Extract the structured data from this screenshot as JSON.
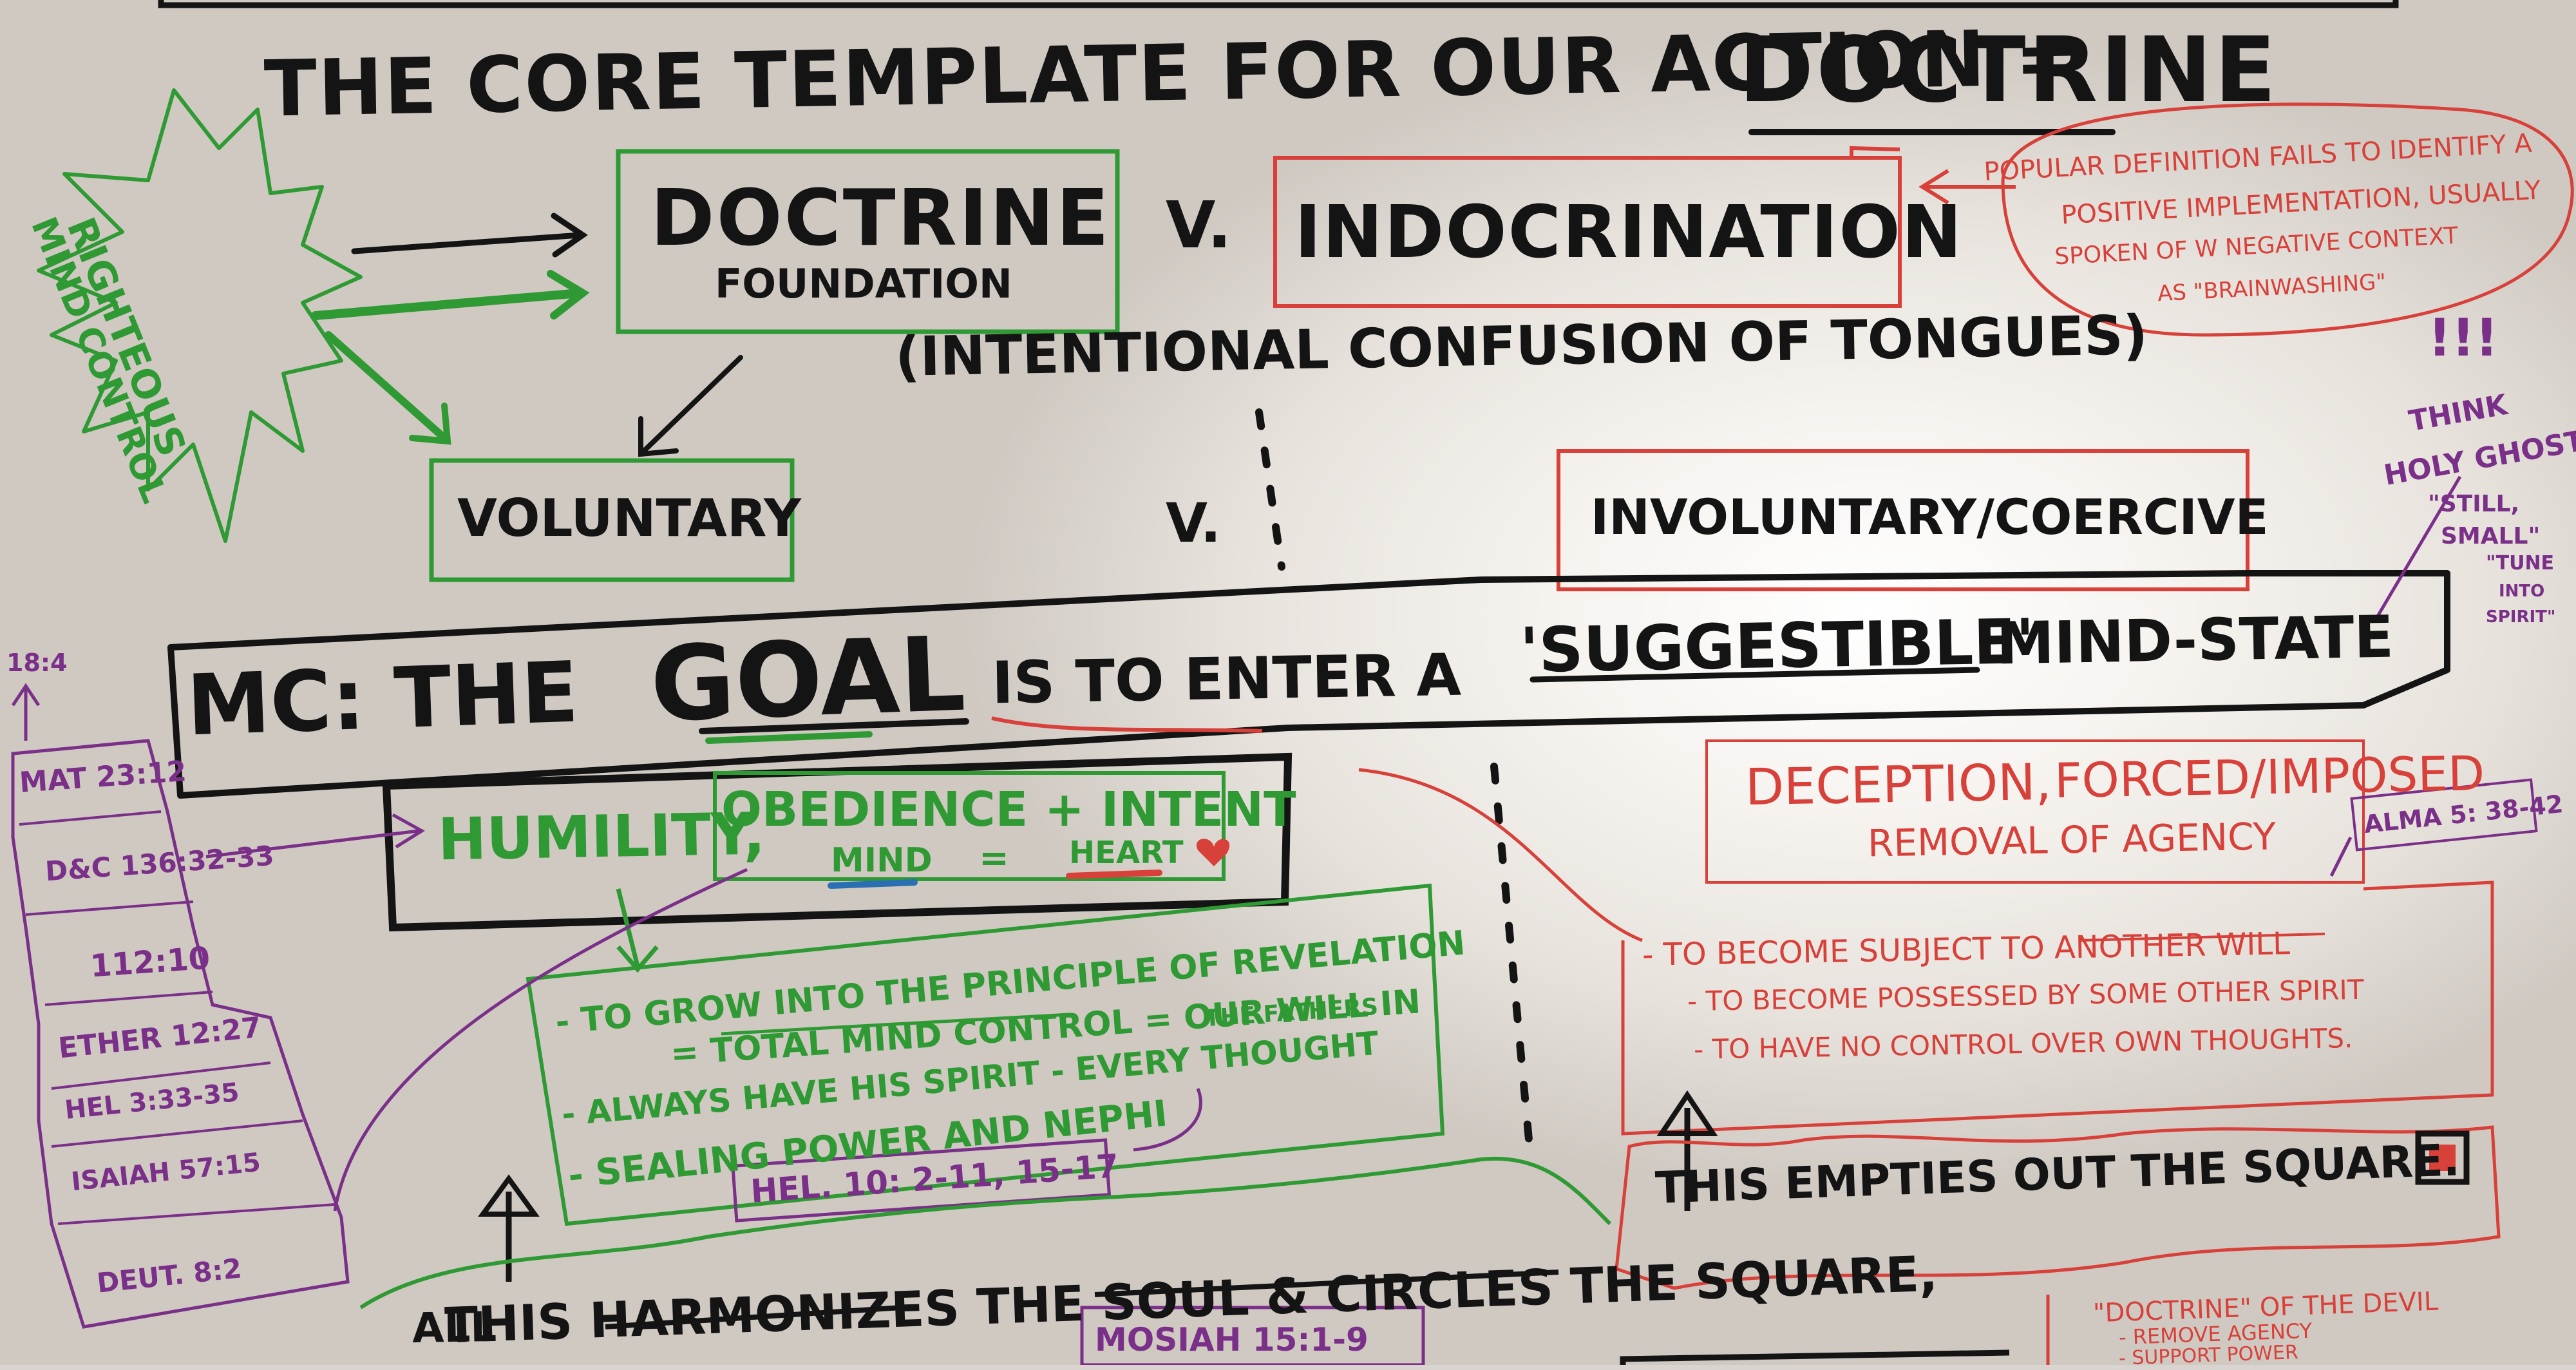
{
  "header": {
    "title_left": "THE CORE TEMPLATE FOR OUR ACTION =",
    "title_right": "DOCTRINE"
  },
  "left_star": {
    "line1": "RIGHTEOUS",
    "line2": "MIND CONTROL"
  },
  "doctrine_box": {
    "line1": "DOCTRINE",
    "line2": "FOUNDATION"
  },
  "versus_1": "V.",
  "versus_2": "V.",
  "indoctrination_box": "INDOCRINATION",
  "confusion_note": "(INTENTIONAL CONFUSION OF TONGUES)",
  "popular_note": {
    "line1": "POPULAR DEFINITION FAILS TO IDENTIFY A",
    "line2": "POSITIVE IMPLEMENTATION, USUALLY",
    "line3": "SPOKEN OF W NEGATIVE CONTEXT",
    "line4": "AS \"BRAINWASHING\""
  },
  "exclaim": "!!!",
  "think_note": {
    "line1": "THINK",
    "line2": "HOLY GHOST",
    "line3": "\"STILL,",
    "line4": "SMALL\"",
    "line5": "\"TUNE",
    "line6": "INTO",
    "line7": "SPIRIT\""
  },
  "voluntary_box": "VOLUNTARY",
  "involuntary_box": "INVOLUNTARY/COERCIVE",
  "goal_banner": {
    "prefix": "MC: THE",
    "goal": "GOAL",
    "middle": "IS TO ENTER A",
    "suggestible": "'SUGGESTIBLE'",
    "suffix": "MIND-STATE"
  },
  "humility_box": {
    "humility": "HUMILITY,",
    "obedience": "OBEDIENCE + INTENT",
    "mind": "MIND",
    "equals": "=",
    "heart": "HEART"
  },
  "deception_box": {
    "line1_a": "DECEPTION,",
    "line1_b": "FORCED/IMPOSED",
    "line2": "REMOVAL OF AGENCY"
  },
  "green_list": {
    "item1a": "- TO GROW INTO THE PRINCIPLE OF REVELATION",
    "item1b": "= TOTAL MIND CONTROL = OUR WILL IN",
    "item1c": "THE FATHERS",
    "item2": "- ALWAYS HAVE HIS SPIRIT - EVERY THOUGHT",
    "item3": "- SEALING POWER AND NEPHI"
  },
  "hel_ref": "HEL. 10: 2-11, 15-17",
  "red_list": {
    "item1": "- TO BECOME SUBJECT TO ANOTHER WILL",
    "item2": "- TO BECOME POSSESSED BY SOME OTHER SPIRIT",
    "item3": "- TO HAVE NO CONTROL OVER OWN THOUGHTS."
  },
  "alma_ref": "ALMA 5: 38-42",
  "empties_note": "THIS EMPTIES OUT THE SQUARE.",
  "harmonizes_note": "THIS HARMONIZES THE SOUL & CIRCLES THE SQUARE,",
  "all_word": "ALL",
  "mosiah_ref": "MOSIAH 15:1-9",
  "devil_note": {
    "line1": "\"DOCTRINE\" OF THE DEVIL",
    "line2": "- REMOVE AGENCY",
    "line3": "- SUPPORT POWER"
  },
  "scripture_refs": [
    "18:4",
    "MAT 23:12",
    "D&C 136:32-33",
    "112:10",
    "ETHER 12:27",
    "HEL 3:33-35",
    "ISAIAH 57:15",
    "DEUT. 8:2"
  ],
  "colors": {
    "marker_black": "#141414",
    "marker_green": "#2f9a34",
    "marker_red": "#d8403a",
    "marker_purple": "#7a2f88",
    "marker_blue": "#2b6fb3"
  }
}
